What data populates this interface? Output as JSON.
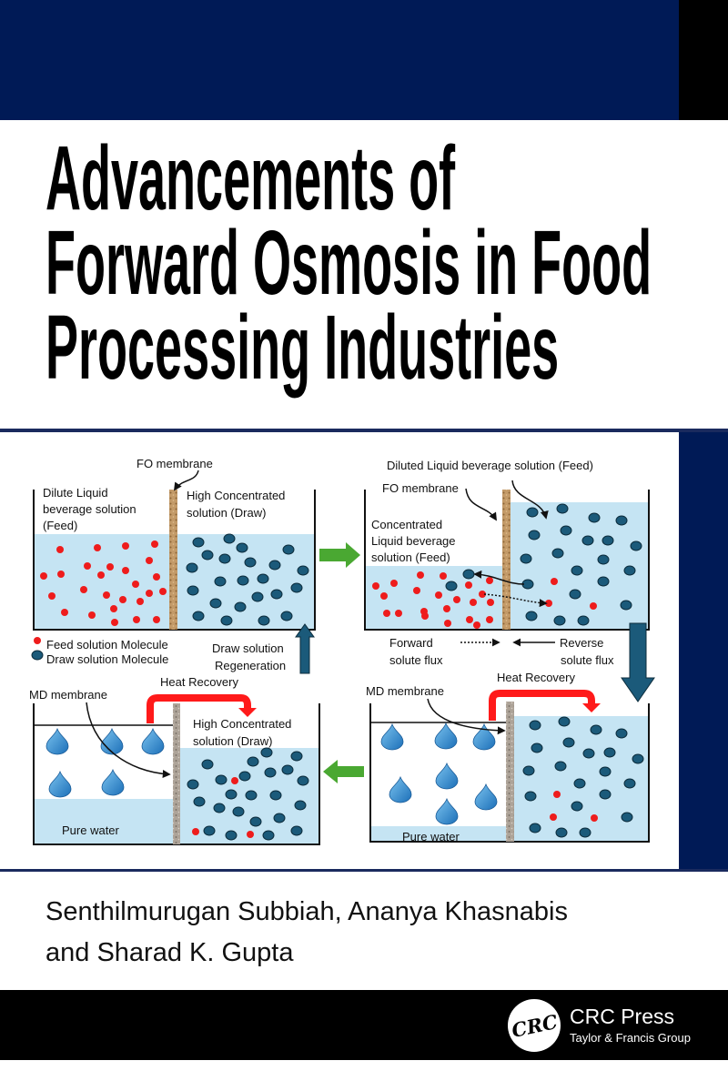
{
  "cover": {
    "title_lines": [
      "Advancements of",
      "Forward Osmosis in Food",
      "Processing Industries"
    ],
    "authors_lines": [
      "Senthilmurugan Subbiah, Ananya Khasnabis",
      "and Sharad K. Gupta"
    ],
    "publisher": {
      "logo_text": "CRC",
      "name": "CRC Press",
      "group": "Taylor & Francis Group"
    },
    "colors": {
      "navy": "#001a56",
      "black": "#000000",
      "water": "#c5e4f3",
      "feed_molecule": "#ee1c1c",
      "draw_molecule": "#1b5a7a",
      "process_arrow": "#4aa832",
      "heat_arrow": "#ff1a1a"
    }
  },
  "diagram": {
    "panel1": {
      "fo_membrane": "FO membrane",
      "feed_label": [
        "Dilute Liquid",
        "beverage solution",
        "(Feed)"
      ],
      "draw_label": [
        "High Concentrated",
        "solution (Draw)"
      ]
    },
    "legend": {
      "feed": "Feed solution Molecule",
      "draw": "Draw solution Molecule"
    },
    "regeneration": [
      "Draw solution",
      "Regeneration"
    ],
    "panel2": {
      "diluted_label": "Diluted Liquid beverage solution (Feed)",
      "fo_membrane": "FO membrane",
      "concentrated_label": [
        "Concentrated",
        "Liquid beverage",
        "solution (Feed)"
      ],
      "forward_flux": [
        "Forward",
        "solute flux"
      ],
      "reverse_flux": [
        "Reverse",
        "solute flux"
      ]
    },
    "panel3": {
      "heat_recovery": "Heat Recovery",
      "md_membrane": "MD membrane",
      "draw_label": [
        "High Concentrated",
        "solution (Draw)"
      ],
      "pure_water": "Pure water"
    },
    "panel4": {
      "heat_recovery": "Heat Recovery",
      "md_membrane": "MD membrane",
      "pure_water": "Pure water"
    }
  }
}
